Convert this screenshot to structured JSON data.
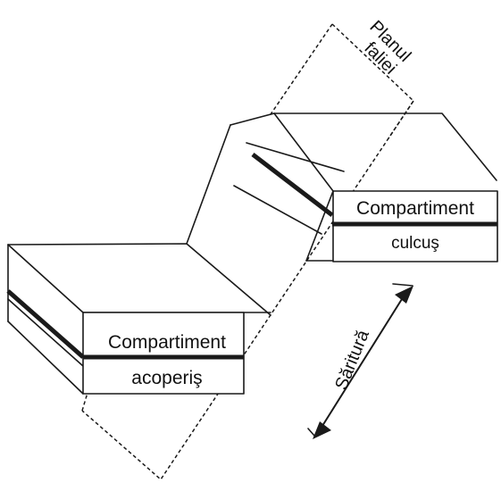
{
  "labels": {
    "fault_plane_line1": "Planul",
    "fault_plane_line2": "faliei",
    "footwall_line1": "Compartiment",
    "footwall_line2": "culcuş",
    "hangingwall_line1": "Compartiment",
    "hangingwall_line2": "acoperiş",
    "throw": "Săritură"
  }
}
